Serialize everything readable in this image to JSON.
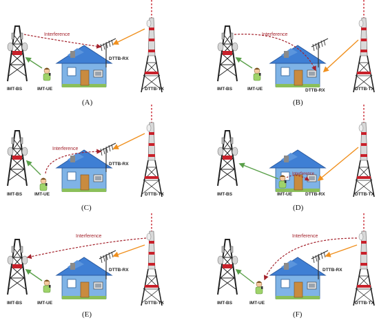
{
  "labels": {
    "bs": "IMT-BS",
    "ue": "IMT-UE",
    "rx": "DTTB-RX",
    "tx": "DTTB-TX",
    "interference": "Interference"
  },
  "panels": [
    {
      "caption": "(A)",
      "scenario": "BS interferes with rooftop DTTB receiver"
    },
    {
      "caption": "(B)",
      "scenario": "BS interferes with indoor DTTB receiver"
    },
    {
      "caption": "(C)",
      "scenario": "UE interferes with rooftop DTTB receiver"
    },
    {
      "caption": "(D)",
      "scenario": "Indoor UE interferes with indoor DTTB receiver"
    },
    {
      "caption": "(E)",
      "scenario": "DTTB transmitter interferes with BS"
    },
    {
      "caption": "(F)",
      "scenario": "DTTB transmitter interferes with UE"
    }
  ],
  "colors": {
    "interference": "#a3202a",
    "uplink": "#5aa04a",
    "broadcast": "#f0901e",
    "roof": "#3f7fd4",
    "wall": "#7fb3e6"
  }
}
